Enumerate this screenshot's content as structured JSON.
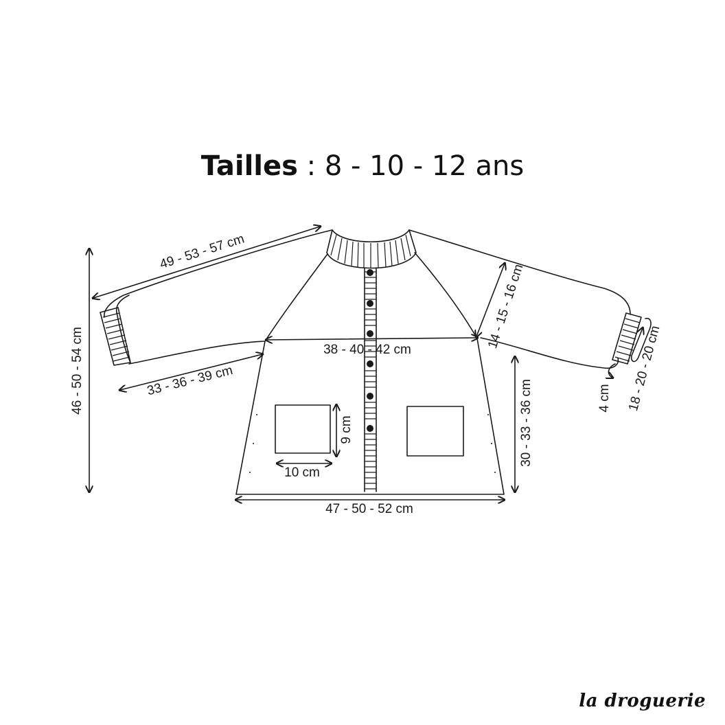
{
  "title": {
    "label": "Tailles",
    "separator": " : ",
    "sizes": "8 - 10 - 12 ans"
  },
  "measurements": {
    "sleeve_length": "49 - 53 - 57 cm",
    "total_length": "46 - 50 - 54 cm",
    "sleeve_underarm": "33 - 36 - 39 cm",
    "chest_width": "38 - 40 - 42 cm",
    "raglan_depth": "14 - 15 - 16 cm",
    "cuff_height": "4 cm",
    "cuff_width": "18 - 20 - 20 cm",
    "body_length": "30 - 33 - 36 cm",
    "pocket_height": "9 cm",
    "pocket_width": "10 cm",
    "hem_width": "47 - 50 - 52 cm"
  },
  "brand": "la droguerie"
}
